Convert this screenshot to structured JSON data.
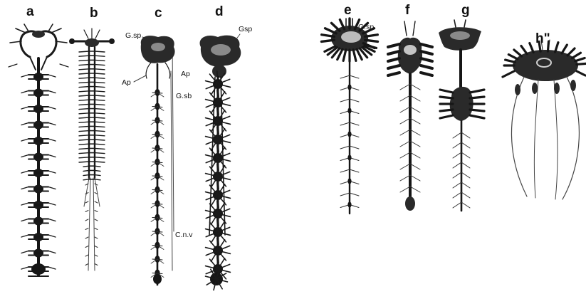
{
  "panel_letters": {
    "a": "a",
    "b": "b",
    "c": "c",
    "d": "d",
    "e": "e",
    "f": "f",
    "g": "g",
    "h": "h\""
  },
  "annotations": {
    "c_gsp": "G.sp",
    "c_ap": "Ap",
    "d_ap": "Ap",
    "d_gsb": "G.sb",
    "d_gsp": "Gsp",
    "d_cnv": "C.n.v",
    "e_gsp": "G.sp."
  }
}
